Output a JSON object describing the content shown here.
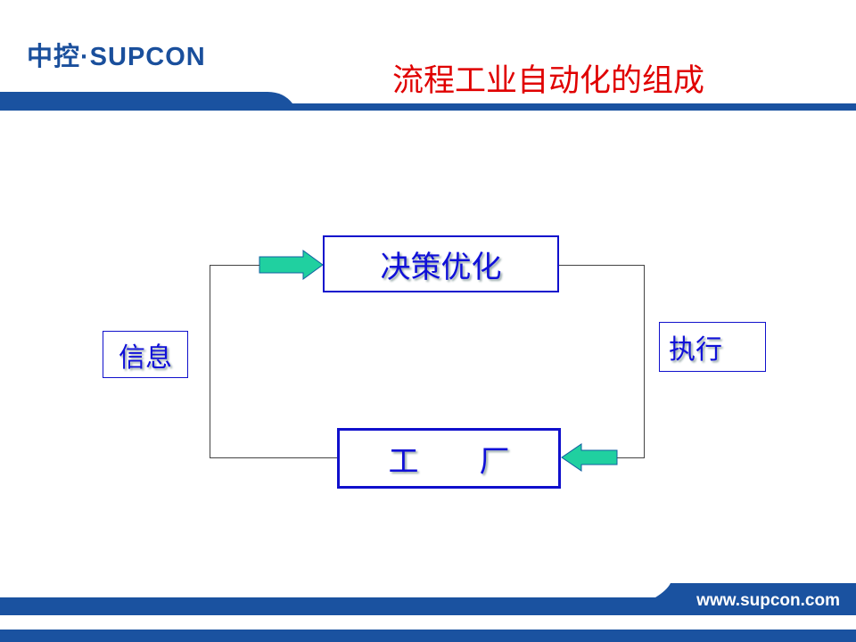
{
  "header": {
    "logo": "中控·SUPCON",
    "title": "流程工业自动化的组成"
  },
  "diagram": {
    "decision": "决策优化",
    "factory": "工　　厂",
    "info": "信息",
    "execute": "执行"
  },
  "footer": {
    "url": "www.supcon.com"
  },
  "colors": {
    "brand": "#1a4f9c",
    "title": "#e00000",
    "box_text": "#1010d8",
    "arrow": "#20d0a0"
  }
}
